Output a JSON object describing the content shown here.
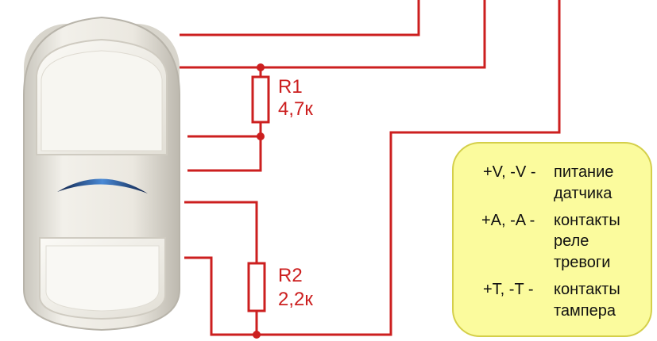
{
  "terminals": {
    "plus_v": "+V",
    "plus_a": "+A",
    "minus_a": "-A",
    "plus_t": "+T",
    "minus_t": "-T",
    "minus_v": "-V"
  },
  "resistors": {
    "r1": {
      "name": "R1",
      "value": "4,7к"
    },
    "r2": {
      "name": "R2",
      "value": "2,2к"
    }
  },
  "legend": {
    "v_key": "+V, -V -",
    "v_desc_1": "питание",
    "v_desc_2": "датчика",
    "a_key": "+A, -A -",
    "a_desc_1": "контакты",
    "a_desc_2": "реле",
    "a_desc_3": "тревоги",
    "t_key": "+T, -T -",
    "t_desc_1": "контакты",
    "t_desc_2": "тампера"
  },
  "colors": {
    "wire": "#cc1f1f",
    "legend_fill": "#fbfb9d",
    "legend_stroke": "#d4cf4a",
    "detector_body": "#e9e6dc",
    "lens_band": "#2a55a0"
  }
}
